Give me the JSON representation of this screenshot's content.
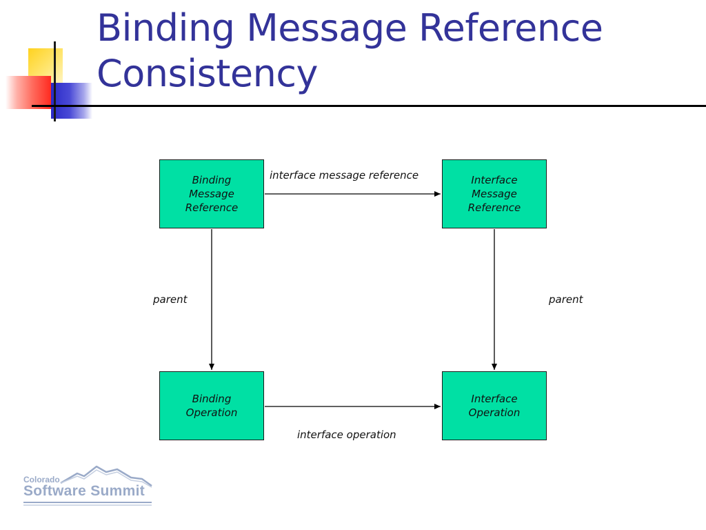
{
  "slide": {
    "title": "Binding Message Reference\nConsistency"
  },
  "diagram": {
    "nodes": {
      "binding_message_reference": "Binding\nMessage\nReference",
      "interface_message_reference": "Interface\nMessage\nReference",
      "binding_operation": "Binding\nOperation",
      "interface_operation": "Interface\nOperation"
    },
    "edges": {
      "interface_message_reference": "interface message reference",
      "parent_left": "parent",
      "parent_right": "parent",
      "interface_operation": "interface operation"
    },
    "colors": {
      "node_fill": "#00e0a4",
      "title": "#333399"
    }
  },
  "logo": {
    "line1": "Colorado",
    "line2": "Software Summit"
  }
}
